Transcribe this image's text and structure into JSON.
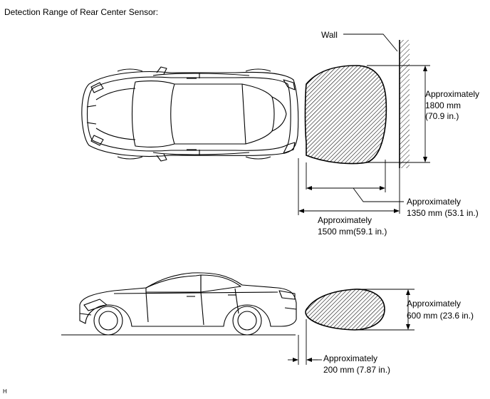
{
  "title": "Detection Range of Rear Center Sensor:",
  "figure_id": "H",
  "top_view": {
    "wall_label": "Wall",
    "width_range": [
      "Approximately",
      "1800 mm",
      "(70.9 in.)"
    ],
    "inner_distance": [
      "Approximately",
      "1350 mm (53.1 in.)"
    ],
    "outer_distance": [
      "Approximately",
      "1500 mm(59.1 in.)"
    ]
  },
  "side_view": {
    "height_range": [
      "Approximately",
      "600 mm (23.6 in.)"
    ],
    "gap_distance": [
      "Approximately",
      "200 mm (7.87 in.)"
    ]
  }
}
